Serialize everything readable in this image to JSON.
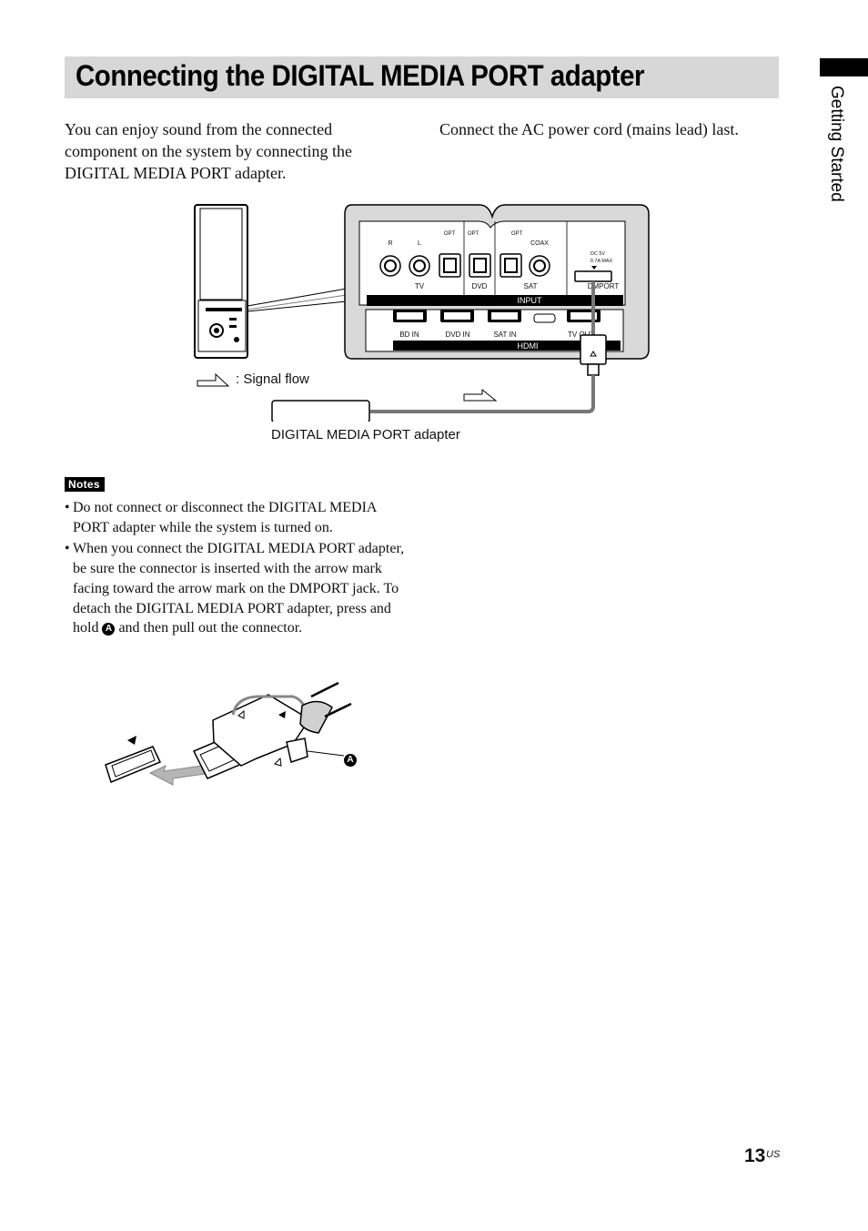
{
  "title": "Connecting the DIGITAL MEDIA PORT adapter",
  "side_section": "Getting Started",
  "intro_left": "You can enjoy sound from the connected component on the system by connecting the DIGITAL MEDIA PORT adapter.",
  "intro_right": "Connect the AC power cord (mains lead) last.",
  "diagram": {
    "legend": ": Signal flow",
    "adapter_label": "DIGITAL MEDIA PORT adapter",
    "opt_label": "OPT",
    "r_label": "R",
    "l_label": "L",
    "coax_label": "COAX",
    "dc_label": "DC 5V",
    "current_label": "0.7A MAX",
    "input_groups": [
      "TV",
      "DVD",
      "SAT",
      "DMPORT"
    ],
    "input_bar": "INPUT",
    "hdmi_ports": [
      "BD IN",
      "DVD IN",
      "SAT IN",
      "TV OUT"
    ],
    "hdmi_bar": "HDMI"
  },
  "notes": {
    "badge": "Notes",
    "items": [
      "Do not connect or disconnect the DIGITAL MEDIA PORT adapter while the system is turned on.",
      "When you connect the DIGITAL MEDIA PORT adapter, be sure the connector is inserted with the arrow mark facing toward the arrow mark on the DMPORT jack. To detach the DIGITAL MEDIA PORT adapter, press and hold",
      "and then pull out the connector."
    ],
    "marker": "A"
  },
  "page": {
    "number": "13",
    "suffix": "US"
  }
}
